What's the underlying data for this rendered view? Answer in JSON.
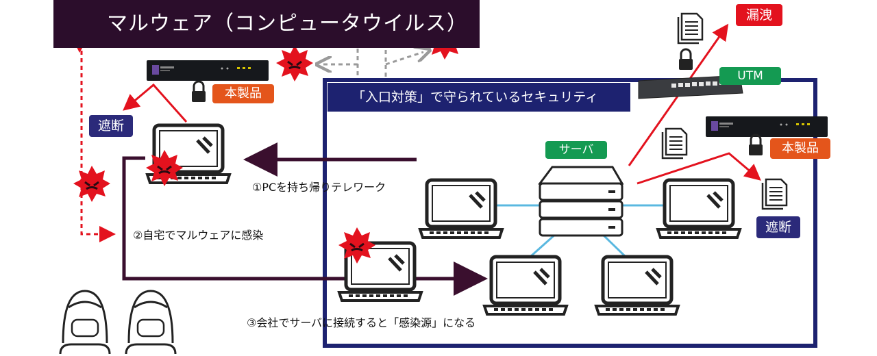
{
  "header": {
    "title": "マルウェア（コンピュータウイルス）"
  },
  "zone": {
    "title": "「入口対策」で守られているセキュリティ"
  },
  "labels": {
    "product_left": "本製品",
    "product_right": "本製品",
    "block_left": "遮断",
    "block_right": "遮断",
    "utm": "UTM",
    "server": "サーバ",
    "leak": "漏洩"
  },
  "steps": {
    "step1": "①PCを持ち帰りテレワーク",
    "step2": "②自宅でマルウェアに感染",
    "step3": "③会社でサーバに接続すると「感染源」になる"
  },
  "colors": {
    "banner": "#2b0d2b",
    "zone_border": "#1d2270",
    "threat_red": "#e3121e",
    "product_orange": "#e4551b",
    "utm_green": "#149a52",
    "block_navy": "#2b2a7a",
    "link_blue": "#5ab8e0",
    "arrow_dark": "#3a0f2e"
  },
  "icons": [
    "malware-virus-icon",
    "lock-icon",
    "document-icon",
    "laptop-icon",
    "server-icon",
    "person-mask-icon",
    "appliance-icon"
  ]
}
